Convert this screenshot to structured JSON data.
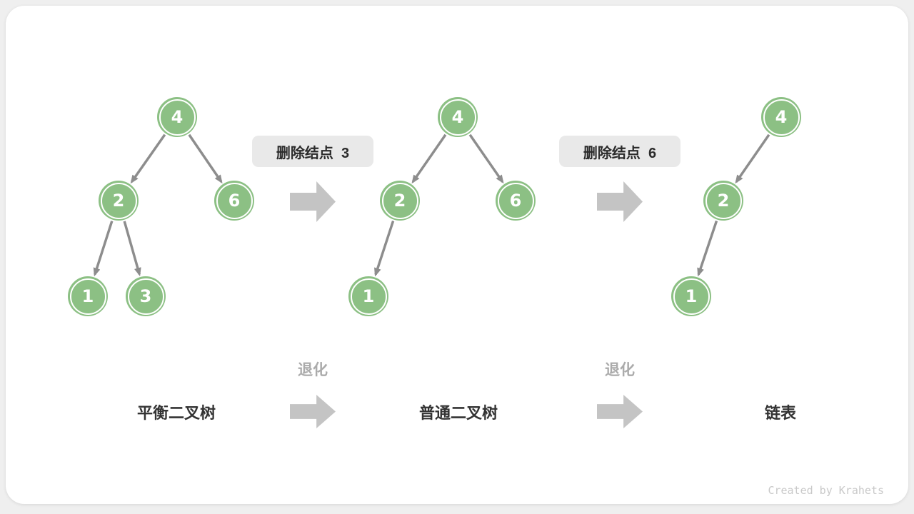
{
  "colors": {
    "page_bg": "#EFEFEF",
    "card_bg": "#FFFFFF",
    "node_fill": "#8CC084",
    "node_ring": "#FFFFFF",
    "edge": "#8D8D8D",
    "arrow_fill": "#C4C4C4",
    "label_bg": "#E9E9E9",
    "label_text": "#2B2B2B",
    "degrade_text": "#ABABAB",
    "tree_name_text": "#333333",
    "credit_text": "#C9C9C9"
  },
  "trees": [
    {
      "name": "平衡二叉树",
      "nodes": [
        {
          "value": "4"
        },
        {
          "value": "2"
        },
        {
          "value": "6"
        },
        {
          "value": "1"
        },
        {
          "value": "3"
        }
      ],
      "edges": [
        [
          "4",
          "2"
        ],
        [
          "4",
          "6"
        ],
        [
          "2",
          "1"
        ],
        [
          "2",
          "3"
        ]
      ]
    },
    {
      "name": "普通二叉树",
      "nodes": [
        {
          "value": "4"
        },
        {
          "value": "2"
        },
        {
          "value": "6"
        },
        {
          "value": "1"
        }
      ],
      "edges": [
        [
          "4",
          "2"
        ],
        [
          "4",
          "6"
        ],
        [
          "2",
          "1"
        ]
      ]
    },
    {
      "name": "链表",
      "nodes": [
        {
          "value": "4"
        },
        {
          "value": "2"
        },
        {
          "value": "1"
        }
      ],
      "edges": [
        [
          "4",
          "2"
        ],
        [
          "2",
          "1"
        ]
      ]
    }
  ],
  "transitions": [
    {
      "label": "删除结点  3"
    },
    {
      "label": "删除结点  6"
    }
  ],
  "degrade_label": "退化",
  "credit": "Created by Krahets"
}
